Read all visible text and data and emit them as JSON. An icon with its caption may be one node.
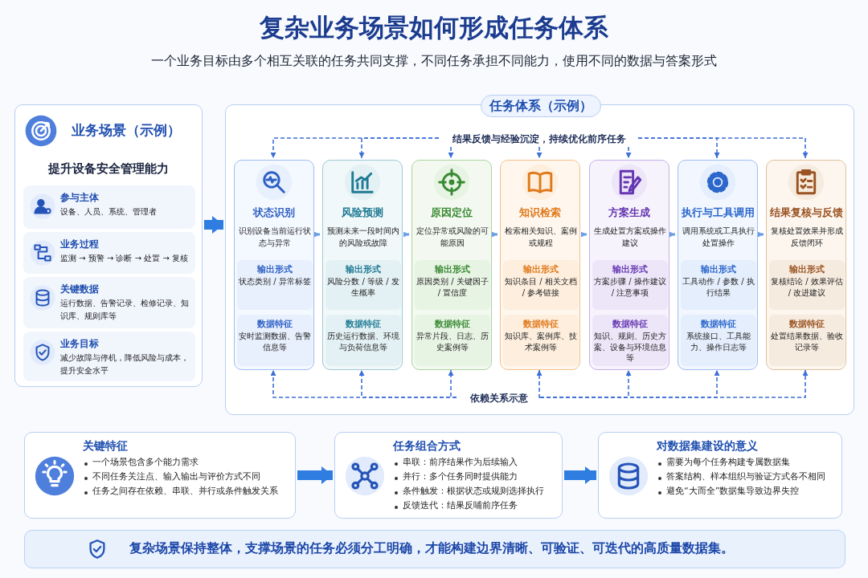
{
  "diagram": {
    "title": "复杂业务场景如何形成任务体系",
    "caption": "一个业务目标由多个相互关联的任务共同支撑，不同任务承担不同能力，使用不同的数据与答案形式",
    "nodes": [
      {
        "text": [
          "业务场景（示例）",
          "提升设备安全管理能力"
        ]
      },
      {
        "text": [
          "参与主体",
          "设备、人员、系统、管理者"
        ],
        "in": 0
      },
      {
        "text": [
          "业务过程",
          "监测 → 预警 → 诊断 → 处置 → 复核"
        ],
        "in": 0
      },
      {
        "text": [
          "关键数据",
          "运行数据、告警记录、检修记录、知识库、规则库等"
        ],
        "in": 0
      },
      {
        "text": [
          "业务目标",
          "减少故障与停机，降低风险与成本，提升安全水平"
        ],
        "in": 0
      },
      {
        "text": [
          "任务体系（示例）"
        ]
      },
      {
        "text": [
          "结果反馈与经验沉淀，持续优化前序任务"
        ],
        "in": 5
      },
      {
        "text": [
          "状态识别",
          "识别设备当前运行状态与异常"
        ],
        "in": 5
      },
      {
        "text": [
          "输出形式",
          "状态类别 / 异常标签"
        ],
        "in": 7
      },
      {
        "text": [
          "数据特征",
          "安时监测数据、告警信息等"
        ],
        "in": 7
      },
      {
        "text": [
          "风险预测",
          "预测未来一段时间内的风险或故障"
        ],
        "in": 5
      },
      {
        "text": [
          "输出形式",
          "风险分数 / 等级 / 发生概率"
        ],
        "in": 10
      },
      {
        "text": [
          "数据特征",
          "历史运行数据、环境与负荷信息等"
        ],
        "in": 10
      },
      {
        "text": [
          "原因定位",
          "定位异常或风险的可能原因"
        ],
        "in": 5
      },
      {
        "text": [
          "输出形式",
          "原因类别 / 关键因子 / 置信度"
        ],
        "in": 13
      },
      {
        "text": [
          "数据特征",
          "异常片段、日志、历史案例等"
        ],
        "in": 13
      },
      {
        "text": [
          "知识检索",
          "检索相关知识、案例或规程"
        ],
        "in": 5
      },
      {
        "text": [
          "输出形式",
          "知识条目 / 相关文档 / 参考链接"
        ],
        "in": 16
      },
      {
        "text": [
          "数据特征",
          "知识库、案例库、技术案例等"
        ],
        "in": 16
      },
      {
        "text": [
          "方案生成",
          "生成处置方案或操作建议"
        ],
        "in": 5
      },
      {
        "text": [
          "输出形式",
          "方案步骤 / 操作建议 / 注意事项"
        ],
        "in": 19
      },
      {
        "text": [
          "数据特征",
          "知识、规则、历史方案、设备与环境信息等"
        ],
        "in": 19
      },
      {
        "text": [
          "执行与工具调用",
          "调用系统或工具执行处置操作"
        ],
        "in": 5
      },
      {
        "text": [
          "输出形式",
          "工具动作 / 参数 / 执行结果"
        ],
        "in": 22
      },
      {
        "text": [
          "数据特征",
          "系统接口、工具能力、操作日志等"
        ],
        "in": 22
      },
      {
        "text": [
          "结果复核与反馈",
          "复核处置效果并形成反馈闭环"
        ],
        "in": 5
      },
      {
        "text": [
          "输出形式",
          "复核结论 / 效果评估 / 改进建议"
        ],
        "in": 25
      },
      {
        "text": [
          "数据特征",
          "处置结果数据、验收记录等"
        ],
        "in": 25
      },
      {
        "text": [
          "依赖关系示意"
        ],
        "in": 5
      },
      {
        "text": [
          "关键特征",
          "一个场景包含多个能力需求",
          "不同任务关注点、输入输出与评价方式不同",
          "任务之间存在依赖、串联、并行或条件触发关系"
        ]
      },
      {
        "text": [
          "任务组合方式",
          "串联：前序结果作为后续输入",
          "并行：多个任务同时提供能力",
          "条件触发：根据状态或规则选择执行",
          "反馈迭代：结果反哺前序任务"
        ]
      },
      {
        "text": [
          "对数据集建设的意义",
          "需要为每个任务构建专属数据集",
          "答案结构、样本组织与验证方式各不相同",
          "避免“大而全”数据集导致边界失控"
        ]
      },
      {
        "text": [
          "复杂场景保持整体，支撑场景的任务必须分工明确，才能构建边界清晰、可验证、可迭代的高质量数据集。"
        ]
      }
    ],
    "edges": [
      {
        "from": 0,
        "to": 5,
        "arrow": "to",
        "style": "thick"
      },
      {
        "from": 7,
        "to": 10,
        "arrow": "to"
      },
      {
        "from": 10,
        "to": 13,
        "arrow": "to"
      },
      {
        "from": 13,
        "to": 16,
        "arrow": "to"
      },
      {
        "from": 16,
        "to": 19,
        "arrow": "to"
      },
      {
        "from": 19,
        "to": 22,
        "arrow": "to"
      },
      {
        "from": 22,
        "to": 25,
        "arrow": "to"
      },
      {
        "from": 6,
        "to": 7,
        "arrow": "to",
        "style": "dashed"
      },
      {
        "from": 6,
        "to": 10,
        "arrow": "to",
        "style": "dashed"
      },
      {
        "from": 6,
        "to": 13,
        "arrow": "to",
        "style": "dashed"
      },
      {
        "from": 6,
        "to": 16,
        "arrow": "to",
        "style": "dashed"
      },
      {
        "from": 6,
        "to": 19,
        "arrow": "to",
        "style": "dashed"
      },
      {
        "from": 6,
        "to": 22,
        "arrow": "to",
        "style": "dashed"
      },
      {
        "from": 6,
        "to": 25,
        "arrow": "to",
        "style": "dashed"
      },
      {
        "from": 28,
        "to": 7,
        "arrow": "to",
        "style": "dashed"
      },
      {
        "from": 28,
        "to": 10,
        "arrow": "to",
        "style": "dashed"
      },
      {
        "from": 28,
        "to": 13,
        "arrow": "to",
        "style": "dashed"
      },
      {
        "from": 28,
        "to": 16,
        "arrow": "to",
        "style": "dashed"
      },
      {
        "from": 28,
        "to": 19,
        "arrow": "to",
        "style": "dashed"
      },
      {
        "from": 28,
        "to": 22,
        "arrow": "to",
        "style": "dashed"
      },
      {
        "from": 28,
        "to": 25,
        "arrow": "to",
        "style": "dashed"
      },
      {
        "from": 29,
        "to": 30,
        "arrow": "to",
        "style": "thick"
      },
      {
        "from": 30,
        "to": 31,
        "arrow": "to",
        "style": "thick"
      }
    ]
  }
}
